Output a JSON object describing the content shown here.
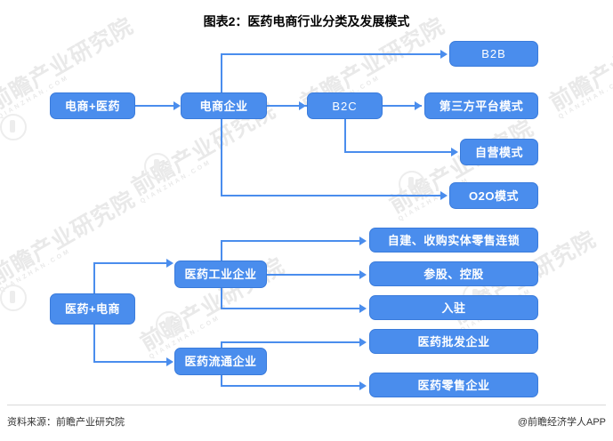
{
  "title": "图表2：医药电商行业分类及发展模式",
  "footer": {
    "source": "资料来源：前瞻产业研究院",
    "credit": "@前瞻经济学人APP"
  },
  "theme": {
    "box_fill": "#4a8ded",
    "box_border": "#3a7bdb",
    "box_text": "#ffffff",
    "line_color": "#4a8ded",
    "background": "#ffffff",
    "watermark_color": "#e9e9e9"
  },
  "watermark": {
    "big": "前瞻产业研究院",
    "small": "QIANZHAN.COM"
  },
  "diagram": {
    "type": "flow-tree",
    "branches": [
      {
        "id": "ecom-first",
        "root": "电商+医药",
        "level2": "电商企业",
        "children": [
          {
            "label": "B2B",
            "latin": true
          },
          {
            "label": "B2C",
            "latin": true,
            "children": [
              {
                "label": "第三方平台模式"
              },
              {
                "label": "自营模式"
              }
            ]
          },
          {
            "label": "O2O模式"
          }
        ]
      },
      {
        "id": "pharma-first",
        "root": "医药+电商",
        "level2": [
          {
            "label": "医药工业企业",
            "children": [
              {
                "label": "自建、收购实体零售连锁"
              },
              {
                "label": "参股、控股"
              },
              {
                "label": "入驻"
              }
            ]
          },
          {
            "label": "医药流通企业",
            "children": [
              {
                "label": "医药批发企业"
              },
              {
                "label": "医药零售企业"
              }
            ]
          }
        ]
      }
    ]
  },
  "nodes": {
    "ecom_pharma": "电商+医药",
    "ecom_enterprise": "电商企业",
    "b2b": "B2B",
    "b2c": "B2C",
    "third_party": "第三方平台模式",
    "self_operated": "自营模式",
    "o2o": "O2O模式",
    "pharma_ecom": "医药+电商",
    "pharma_industry": "医药工业企业",
    "pharma_distribution": "医药流通企业",
    "retail_chain": "自建、收购实体零售连锁",
    "equity_holding": "参股、控股",
    "settle_in": "入驻",
    "wholesale": "医药批发企业",
    "retail": "医药零售企业"
  }
}
